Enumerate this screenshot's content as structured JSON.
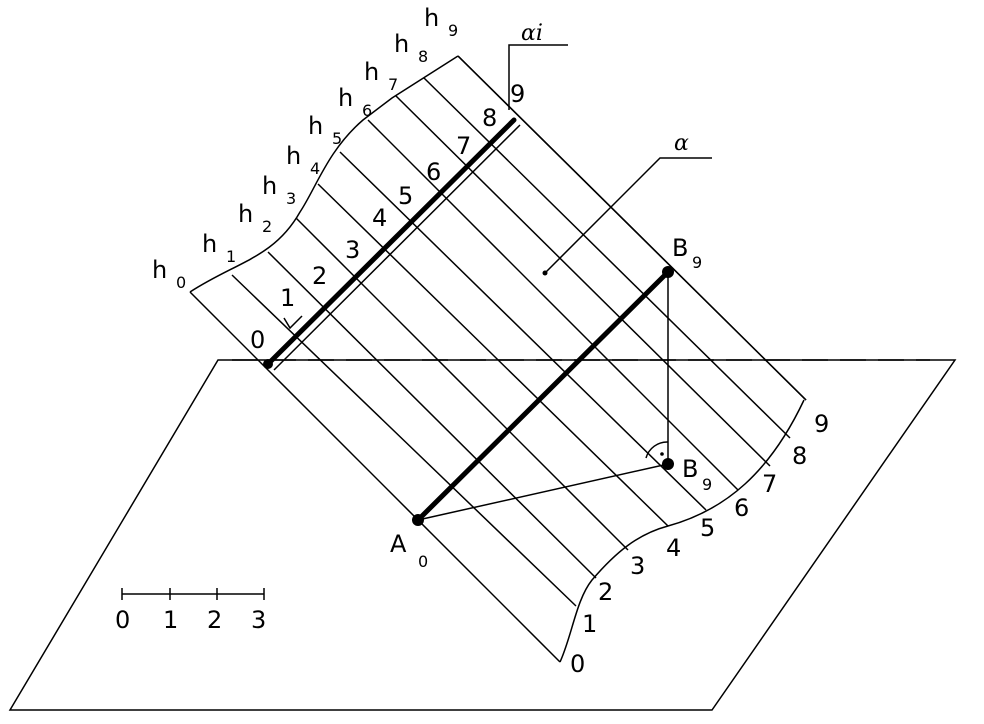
{
  "labels": {
    "h": [
      "h",
      "h",
      "h",
      "h",
      "h",
      "h",
      "h",
      "h",
      "h",
      "h"
    ],
    "h_sub": [
      "0",
      "1",
      "2",
      "3",
      "4",
      "5",
      "6",
      "7",
      "8",
      "9"
    ],
    "upper_nums": [
      "0",
      "1",
      "2",
      "3",
      "4",
      "5",
      "6",
      "7",
      "8",
      "9"
    ],
    "lower_nums": [
      "0",
      "1",
      "2",
      "3",
      "4",
      "5",
      "6",
      "7",
      "8",
      "9"
    ],
    "alpha_i": "αi",
    "alpha": "α",
    "A": "A",
    "A_sub": "0",
    "B_top": "B",
    "B_top_sub": "9",
    "B_proj": "B",
    "B_proj_sub": "9"
  },
  "scale": {
    "labels": [
      "0",
      "1",
      "2",
      "3"
    ]
  }
}
